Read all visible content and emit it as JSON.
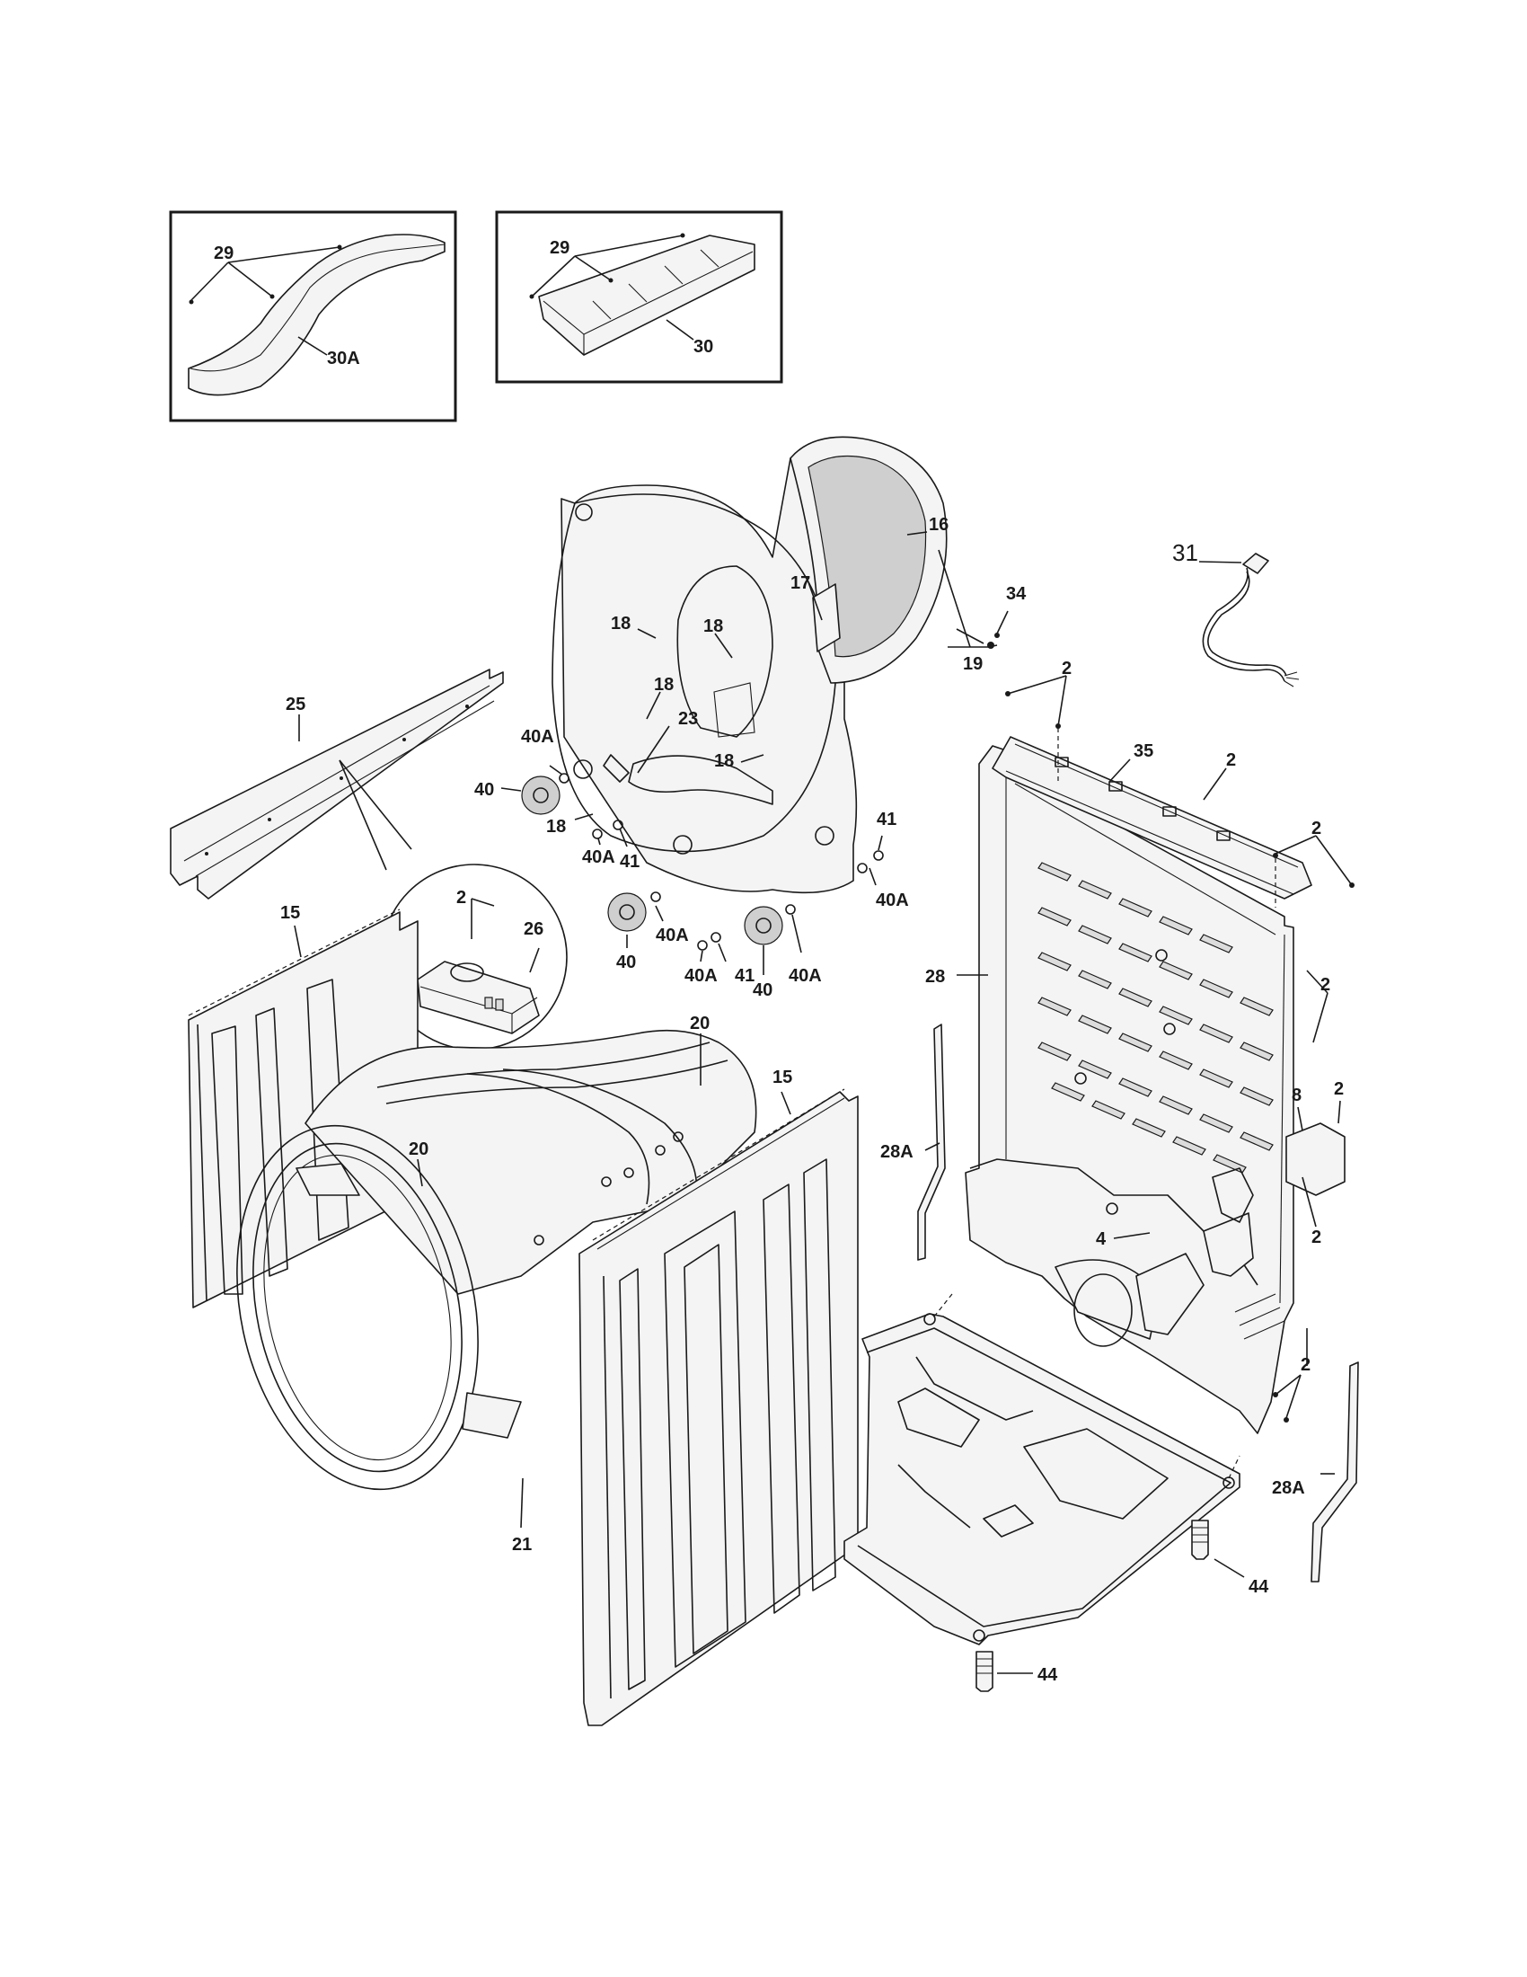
{
  "callouts": [
    {
      "id": "29a",
      "text": "29"
    },
    {
      "id": "30A",
      "text": "30A"
    },
    {
      "id": "29b",
      "text": "29"
    },
    {
      "id": "30",
      "text": "30"
    },
    {
      "id": "16",
      "text": "16"
    },
    {
      "id": "17",
      "text": "17"
    },
    {
      "id": "18a",
      "text": "18"
    },
    {
      "id": "18b",
      "text": "18"
    },
    {
      "id": "18c",
      "text": "18"
    },
    {
      "id": "18d",
      "text": "18"
    },
    {
      "id": "18e",
      "text": "18"
    },
    {
      "id": "23",
      "text": "23"
    },
    {
      "id": "34",
      "text": "34"
    },
    {
      "id": "19",
      "text": "19"
    },
    {
      "id": "31",
      "text": "31"
    },
    {
      "id": "25",
      "text": "25"
    },
    {
      "id": "40Aa",
      "text": "40A"
    },
    {
      "id": "40a",
      "text": "40"
    },
    {
      "id": "40Ab",
      "text": "40A"
    },
    {
      "id": "41a",
      "text": "41"
    },
    {
      "id": "41b",
      "text": "41"
    },
    {
      "id": "40Ac",
      "text": "40A"
    },
    {
      "id": "40b",
      "text": "40"
    },
    {
      "id": "40Ad",
      "text": "40A"
    },
    {
      "id": "41c",
      "text": "41"
    },
    {
      "id": "40Ae",
      "text": "40A"
    },
    {
      "id": "40c",
      "text": "40"
    },
    {
      "id": "2a",
      "text": "2"
    },
    {
      "id": "26",
      "text": "26"
    },
    {
      "id": "15a",
      "text": "15"
    },
    {
      "id": "20a",
      "text": "20"
    },
    {
      "id": "15b",
      "text": "15"
    },
    {
      "id": "20b",
      "text": "20"
    },
    {
      "id": "21",
      "text": "21"
    },
    {
      "id": "2b",
      "text": "2"
    },
    {
      "id": "35",
      "text": "35"
    },
    {
      "id": "2c",
      "text": "2"
    },
    {
      "id": "2d",
      "text": "2"
    },
    {
      "id": "28",
      "text": "28"
    },
    {
      "id": "2e",
      "text": "2"
    },
    {
      "id": "8",
      "text": "8"
    },
    {
      "id": "2f",
      "text": "2"
    },
    {
      "id": "28Aa",
      "text": "28A"
    },
    {
      "id": "2g",
      "text": "2"
    },
    {
      "id": "4",
      "text": "4"
    },
    {
      "id": "2h",
      "text": "2"
    },
    {
      "id": "28Ab",
      "text": "28A"
    },
    {
      "id": "44a",
      "text": "44"
    },
    {
      "id": "44b",
      "text": "44"
    }
  ]
}
